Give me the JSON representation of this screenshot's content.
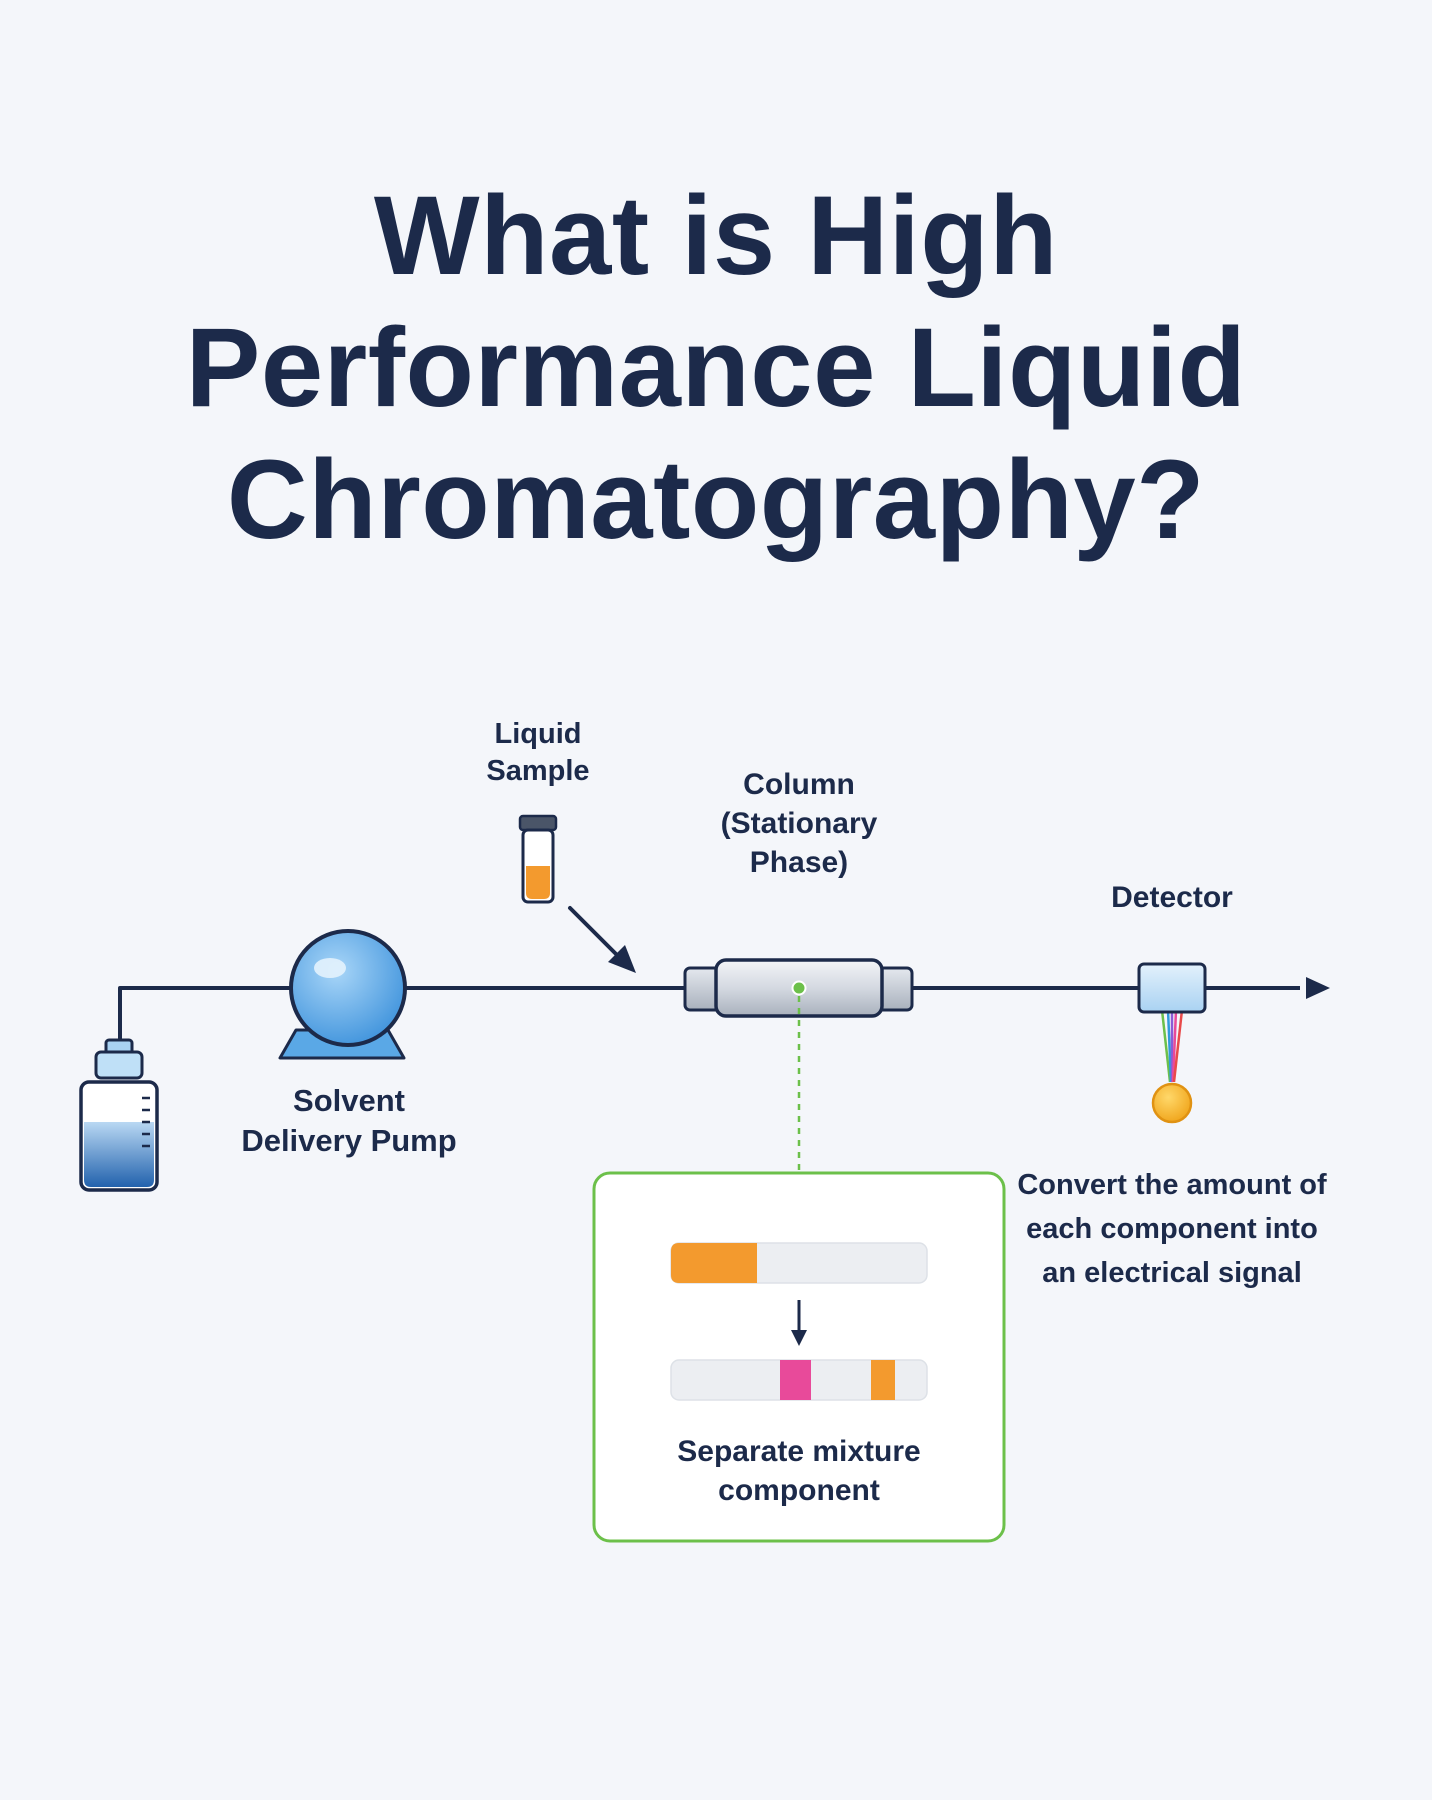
{
  "title": {
    "line1": "What is High",
    "line2": "Performance Liquid",
    "line3": "Chromatography?"
  },
  "diagram": {
    "liquid_sample": {
      "line1": "Liquid",
      "line2": "Sample"
    },
    "column": {
      "line1": "Column",
      "line2": "(Stationary",
      "line3": "Phase)"
    },
    "detector": {
      "label": "Detector"
    },
    "pump": {
      "line1": "Solvent",
      "line2": "Delivery Pump"
    },
    "detector_note": {
      "line1": "Convert the amount of",
      "line2": "each component into",
      "line3": "an electrical signal"
    },
    "separation_box": {
      "line1": "Separate mixture",
      "line2": "component"
    }
  },
  "colors": {
    "navy": "#1c2a4a",
    "solvent_blue": "#2f74c0",
    "pump_blue": "#5aa8e6",
    "sample_orange": "#f39a2e",
    "separated_pink": "#e84a9a",
    "box_green": "#6cc04a",
    "signal_gold": "#f5b323"
  },
  "icons": [
    "solvent-bottle-icon",
    "pump-icon",
    "sample-vial-icon",
    "column-icon",
    "detector-icon"
  ]
}
